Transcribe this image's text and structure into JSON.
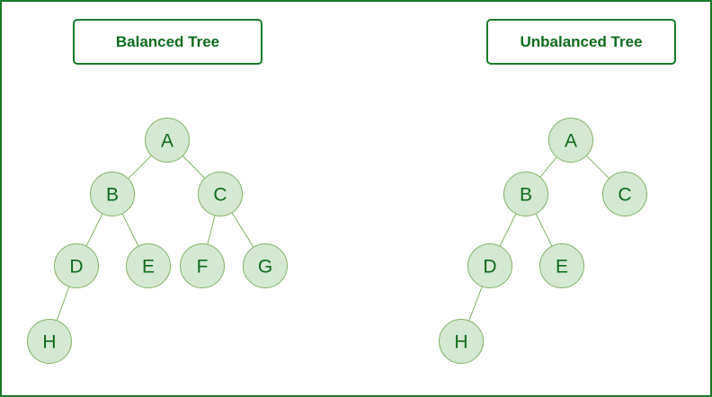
{
  "colors": {
    "frame_border": "#1b7a2a",
    "title_text": "#0d6b1d",
    "node_fill": "#d5e8d4",
    "node_stroke": "#82b366",
    "edge_stroke": "#82b366",
    "node_text": "#0d6b1d"
  },
  "trees": [
    {
      "title": "Balanced Tree",
      "nodes": [
        "A",
        "B",
        "C",
        "D",
        "E",
        "F",
        "G",
        "H"
      ],
      "edges": [
        [
          "A",
          "B"
        ],
        [
          "A",
          "C"
        ],
        [
          "B",
          "D"
        ],
        [
          "B",
          "E"
        ],
        [
          "C",
          "F"
        ],
        [
          "C",
          "G"
        ],
        [
          "D",
          "H"
        ]
      ]
    },
    {
      "title": "Unbalanced Tree",
      "nodes": [
        "A",
        "B",
        "C",
        "D",
        "E",
        "H"
      ],
      "edges": [
        [
          "A",
          "B"
        ],
        [
          "A",
          "C"
        ],
        [
          "B",
          "D"
        ],
        [
          "B",
          "E"
        ],
        [
          "D",
          "H"
        ]
      ]
    }
  ]
}
